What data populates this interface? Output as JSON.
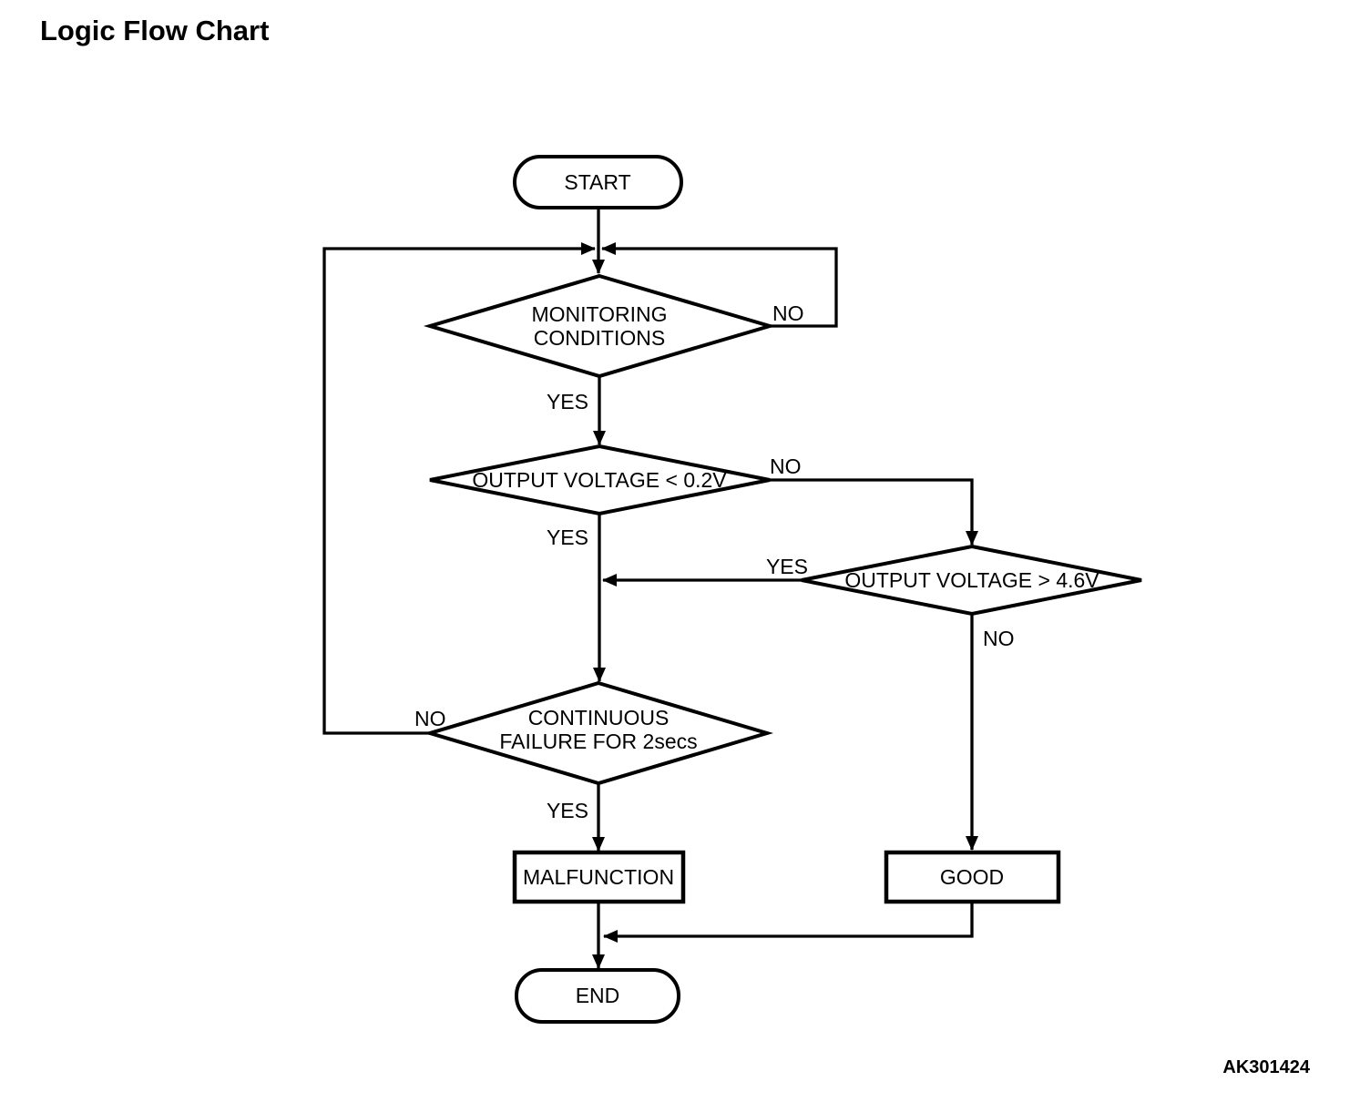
{
  "title": "Logic Flow Chart",
  "figure_code": "AK301424",
  "colors": {
    "line": "#000000",
    "background": "#ffffff",
    "text": "#000000"
  },
  "nodes": {
    "start": {
      "type": "terminator",
      "label": "START"
    },
    "monitoring_conditions": {
      "type": "decision",
      "label_line1": "MONITORING",
      "label_line2": "CONDITIONS"
    },
    "output_voltage_low": {
      "type": "decision",
      "label": "OUTPUT VOLTAGE < 0.2V"
    },
    "output_voltage_high": {
      "type": "decision",
      "label": "OUTPUT VOLTAGE > 4.6V"
    },
    "continuous_failure": {
      "type": "decision",
      "label_line1": "CONTINUOUS",
      "label_line2": "FAILURE FOR 2secs"
    },
    "malfunction": {
      "type": "process",
      "label": "MALFUNCTION"
    },
    "good": {
      "type": "process",
      "label": "GOOD"
    },
    "end": {
      "type": "terminator",
      "label": "END"
    }
  },
  "edge_labels": {
    "monitoring_no": "NO",
    "monitoring_yes": "YES",
    "voltage_low_no": "NO",
    "voltage_low_yes": "YES",
    "voltage_high_yes": "YES",
    "voltage_high_no": "NO",
    "continuous_failure_no": "NO",
    "continuous_failure_yes": "YES"
  }
}
